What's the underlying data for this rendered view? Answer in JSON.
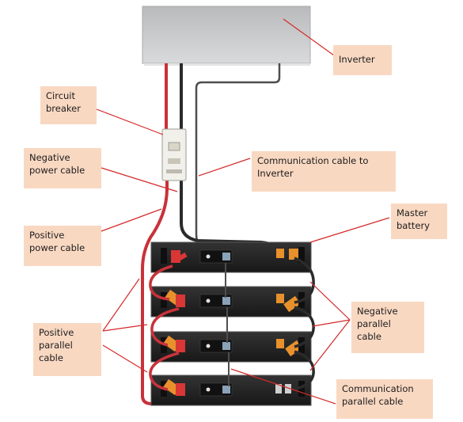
{
  "labels": {
    "inverter": "Inverter",
    "circuit_breaker": "Circuit\nbreaker",
    "negative_power_cable": "Negative\npower cable",
    "positive_power_cable": "Positive\npower cable",
    "communication_cable_to_inverter": "Communication cable to\nInverter",
    "master_battery": "Master\nbattery",
    "negative_parallel_cable": "Negative\nparallel\ncable",
    "positive_parallel_cable": "Positive\nparallel\ncable",
    "communication_parallel_cable": "Communication\nparallel cable"
  },
  "colors": {
    "label_background": "#f9d8c2",
    "leader_line": "#d42a2a",
    "positive_cable": "#c8323a",
    "negative_cable": "#2b2b2b",
    "communication_cable": "#555555",
    "inverter_body": "#c4c5c7",
    "battery_body": "#1f1f1f",
    "connector_orange": "#e8912c",
    "connector_red": "#d93636"
  },
  "battery_count": 4
}
